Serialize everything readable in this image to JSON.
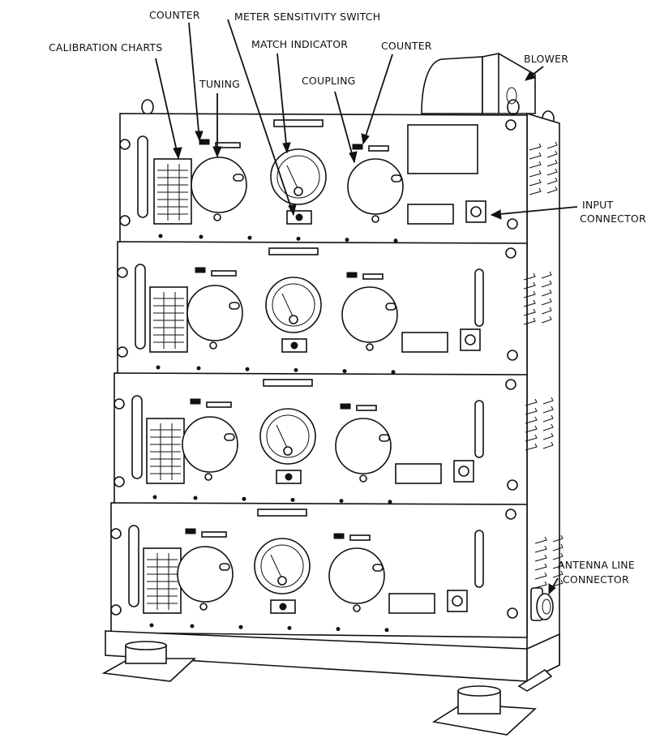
{
  "figure": {
    "subject": "Antenna coupler / tuning unit cabinet with four stacked panels",
    "callouts": [
      {
        "id": "calibration-charts",
        "text": "CALIBRATION CHARTS"
      },
      {
        "id": "counter-left",
        "text": "COUNTER"
      },
      {
        "id": "meter-sensitivity-switch",
        "text": "METER SENSITIVITY SWITCH"
      },
      {
        "id": "tuning",
        "text": "TUNING"
      },
      {
        "id": "match-indicator",
        "text": "MATCH INDICATOR"
      },
      {
        "id": "counter-right",
        "text": "COUNTER"
      },
      {
        "id": "coupling",
        "text": "COUPLING"
      },
      {
        "id": "blower",
        "text": "BLOWER"
      },
      {
        "id": "input-connector",
        "lines": [
          "INPUT",
          "CONNECTOR"
        ]
      },
      {
        "id": "antenna-line-connector",
        "lines": [
          "ANTENNA LINE",
          "CONNECTOR"
        ]
      }
    ],
    "panel_count": 4,
    "colors": {
      "ink": "#111111",
      "paper": "#ffffff"
    }
  }
}
